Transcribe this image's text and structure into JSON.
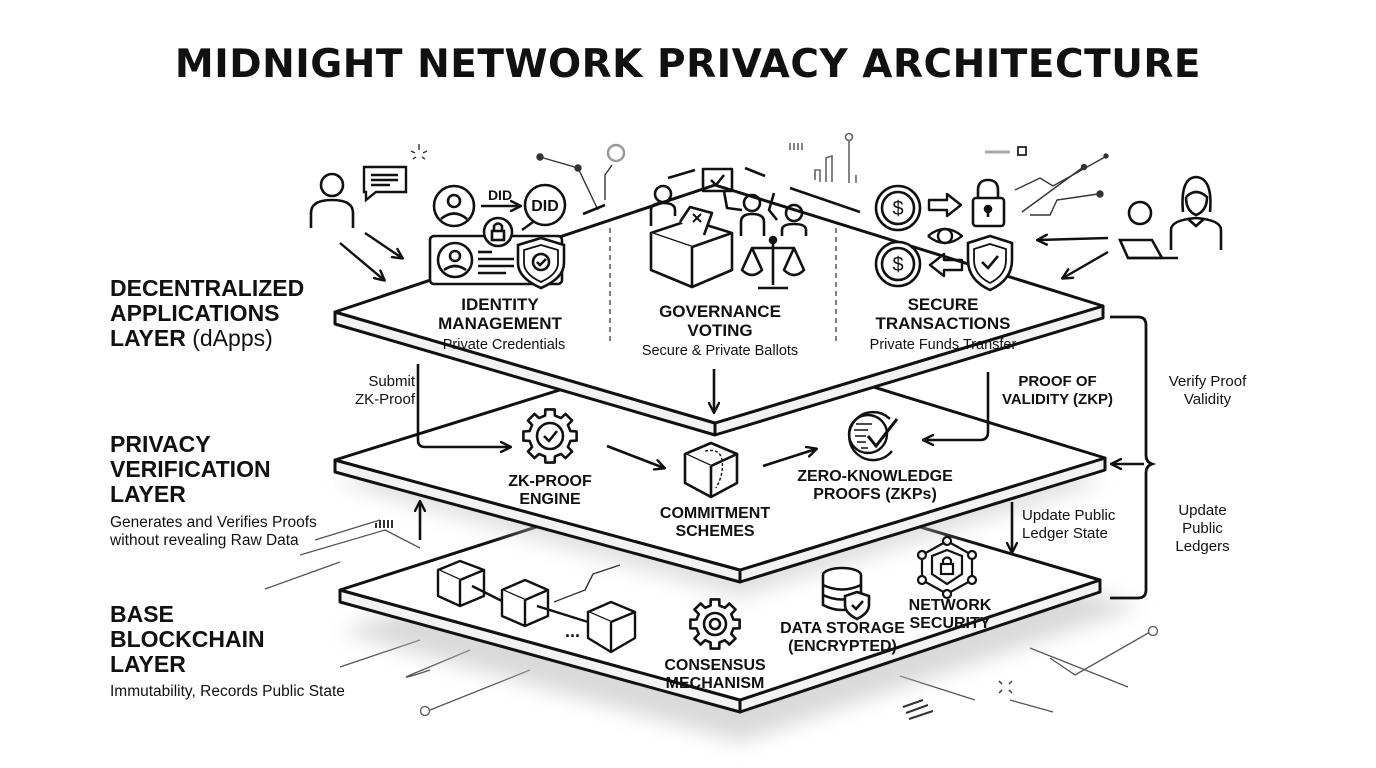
{
  "title": "MIDNIGHT NETWORK PRIVACY ARCHITECTURE",
  "layers": [
    {
      "id": "dapps",
      "label_line1": "DECENTRALIZED",
      "label_line2": "APPLICATIONS",
      "label_line3": "LAYER",
      "label_suffix": "(dApps)",
      "description": ""
    },
    {
      "id": "privacy",
      "label_line1": "PRIVACY",
      "label_line2": "VERIFICATION",
      "label_line3": "LAYER",
      "description_line1": "Generates and Verifies Proofs",
      "description_line2": "without revealing Raw Data"
    },
    {
      "id": "base",
      "label_line1": "BASE",
      "label_line2": "BLOCKCHAIN",
      "label_line3": "LAYER",
      "description": "Immutability, Records Public State"
    }
  ],
  "dapps_nodes": [
    {
      "title_line1": "IDENTITY",
      "title_line2": "MANAGEMENT",
      "subtitle": "Private Credentials",
      "icon": "identity-card-icon",
      "did_label": "DID",
      "did_badge": "DID"
    },
    {
      "title_line1": "GOVERNANCE",
      "title_line2": "VOTING",
      "subtitle": "Secure & Private Ballots",
      "icon": "ballot-box-icon"
    },
    {
      "title_line1": "SECURE",
      "title_line2": "TRANSACTIONS",
      "subtitle": "Private Funds Transfer",
      "icon": "dollar-coin-icon"
    }
  ],
  "privacy_nodes": [
    {
      "title_line1": "ZK-PROOF",
      "title_line2": "ENGINE",
      "icon": "gear-check-icon"
    },
    {
      "title_line1": "COMMITMENT",
      "title_line2": "SCHEMES",
      "icon": "cube-icon"
    },
    {
      "title_line1": "ZERO-KNOWLEDGE",
      "title_line2": "PROOFS (ZKPs)",
      "icon": "fingerprint-check-icon"
    }
  ],
  "base_nodes": [
    {
      "title_line1": "CONSENSUS",
      "title_line2": "MECHANISM",
      "icon": "gear-icon"
    },
    {
      "title_line1": "DATA STORAGE",
      "title_line2": "(ENCRYPTED)",
      "icon": "database-shield-icon"
    },
    {
      "title_line1": "NETWORK",
      "title_line2": "SECURITY",
      "icon": "network-lock-icon"
    }
  ],
  "flows": {
    "submit_line1": "Submit",
    "submit_line2": "ZK-Proof",
    "proof_validity_line1": "PROOF OF",
    "proof_validity_line2": "VALIDITY (ZKP)",
    "verify_line1": "Verify Proof",
    "verify_line2": "Validity",
    "update_state_line1": "Update Public",
    "update_state_line2": "Ledger State",
    "update_ledgers_line1": "Update",
    "update_ledgers_line2": "Public",
    "update_ledgers_line3": "Ledgers"
  },
  "blockchain_ellipsis": "...",
  "colors": {
    "ink": "#111111",
    "background": "#ffffff",
    "shadow": "#c9c9c9",
    "decor": "#7a7a7a"
  }
}
